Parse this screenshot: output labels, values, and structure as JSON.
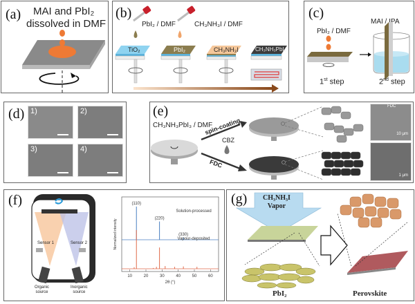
{
  "panels": {
    "a": {
      "label": "(a)",
      "title_line1": "MAI and PbI₂",
      "title_line2": "dissolved in DMF"
    },
    "b": {
      "label": "(b)",
      "reagent1": "PbI₂ / DMF",
      "reagent2": "CH₃NH₃I / DMF",
      "layers": [
        "TiO₂",
        "PbI₂",
        "CH₃NH₃I",
        "CH₃NH₃PbI₃"
      ],
      "colors": {
        "tio2": "#8fd3f0",
        "pbi2": "#8b7d4f",
        "mai": "#f5c79a",
        "perovskite": "#3c3c3c",
        "arrow_start": "#fbe3cc",
        "arrow_end": "#8a4a1c"
      }
    },
    "c": {
      "label": "(c)",
      "reagent": "PbI₂ / DMF",
      "bath": "MAI / IPA",
      "step1": "1st step",
      "step2": "2nd step",
      "step1_sup": "st",
      "step2_sup": "nd",
      "step_word": "step",
      "step1_num": "1",
      "step2_num": "2"
    },
    "d": {
      "label": "(d)",
      "images": [
        "1)",
        "2)",
        "3)",
        "4)"
      ]
    },
    "e": {
      "label": "(e)",
      "solution": "CH₃NH₃PbI₃ / DMF",
      "route_top": "spin-coating",
      "route_bottom": "FDC",
      "antisolvent": "CBZ",
      "sem_top_tag": "FDC",
      "sem_top_scale": "10 μm",
      "sem_bottom_scale": "1 μm"
    },
    "f": {
      "label": "(f)",
      "sensor1": "Sensor 1",
      "sensor2": "Sensor 2",
      "source1_line1": "Organic",
      "source1_line2": "source",
      "source2_line1": "Inorganic",
      "source2_line2": "source"
    },
    "g": {
      "label": "(g)",
      "vapor_line1": "CH₃NH₃I",
      "vapor_line2": "Vapor",
      "left_caption": "PbI₂",
      "right_caption": "Perovskite"
    }
  },
  "chart_data": {
    "type": "line",
    "title": "",
    "xlabel": "2θ (°)",
    "ylabel": "Normalized intensity",
    "xlim": [
      5,
      65
    ],
    "xticks": [
      10,
      20,
      30,
      40,
      50,
      60
    ],
    "grid": false,
    "series": [
      {
        "name": "Solution-processed",
        "color": "#4a7fc1",
        "peaks": [
          {
            "x": 14.1,
            "y": 1.0,
            "label": "(110)"
          },
          {
            "x": 28.4,
            "y": 0.55,
            "label": "(220)"
          },
          {
            "x": 43.2,
            "y": 0.06,
            "label": "(330)"
          }
        ]
      },
      {
        "name": "Vapour-deposited",
        "color": "#e06a4a",
        "peaks": [
          {
            "x": 12.7,
            "y": 0.04
          },
          {
            "x": 14.1,
            "y": 1.0
          },
          {
            "x": 24.5,
            "y": 0.02
          },
          {
            "x": 26.5,
            "y": 0.05
          },
          {
            "x": 28.4,
            "y": 0.55
          },
          {
            "x": 31.9,
            "y": 0.07
          },
          {
            "x": 37.8,
            "y": 0.05
          },
          {
            "x": 43.2,
            "y": 0.06
          },
          {
            "x": 51.6,
            "y": 0.05
          }
        ]
      }
    ],
    "annotations": [
      "Solution-processed",
      "Vapour-deposited"
    ]
  }
}
